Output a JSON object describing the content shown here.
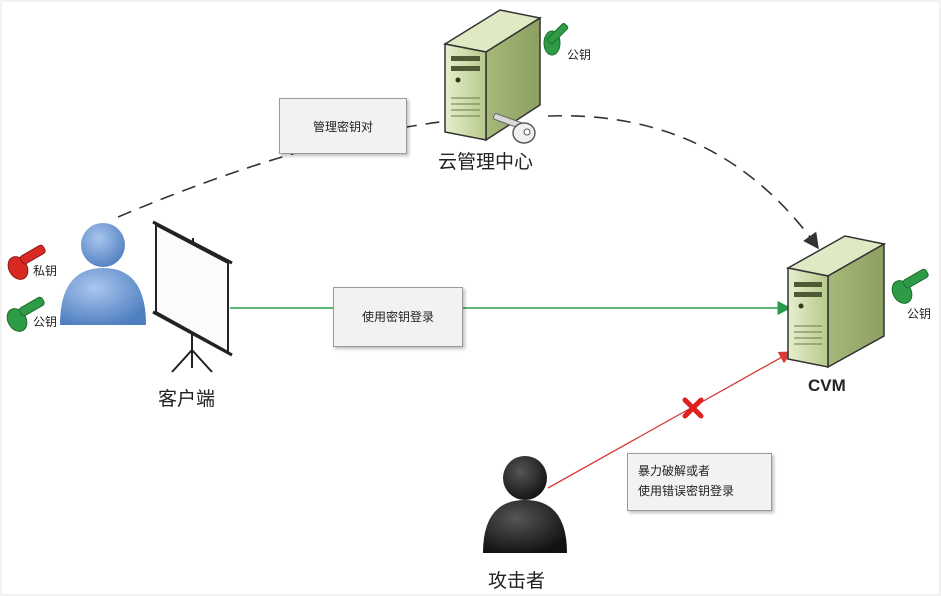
{
  "nodes": {
    "cloud_center": {
      "label": "云管理中心"
    },
    "client": {
      "label": "客户端"
    },
    "cvm": {
      "label": "CVM"
    },
    "attacker": {
      "label": "攻击者"
    }
  },
  "keys": {
    "cloud_public": "公钥",
    "client_private": "私钥",
    "client_public": "公钥",
    "cvm_public": "公钥"
  },
  "edges": {
    "manage_keypair": "管理密钥对",
    "key_login": "使用密钥登录",
    "attack_line1": "暴力破解或者",
    "attack_line2": "使用错误密钥登录"
  },
  "colors": {
    "server_body": "#c8d8a0",
    "public_key": "#2e9b46",
    "private_key": "#d82a22",
    "person": "#6d9ad4",
    "attacker": "#222222",
    "login_line": "#2a9b4a",
    "attack_line": "#d83a3a",
    "block_mark": "#e02020"
  }
}
